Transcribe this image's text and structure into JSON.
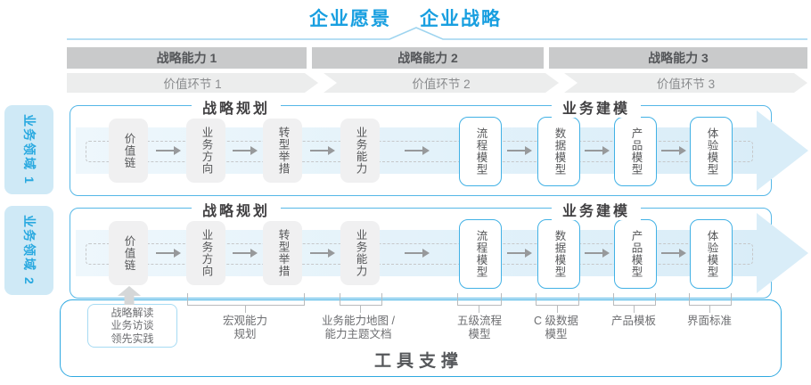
{
  "title": {
    "vision": "企业愿景",
    "strategy": "企业战略"
  },
  "capability_bar": [
    "战略能力 1",
    "战略能力 2",
    "战略能力 3"
  ],
  "value_bar": [
    "价值环节 1",
    "价值环节 2",
    "价值环节 3"
  ],
  "domains": [
    "业务领域 1",
    "业务领域 2"
  ],
  "sections": {
    "planning": "战略规划",
    "modeling": "业务建模"
  },
  "boxes": [
    {
      "label": "价值链",
      "style": "gray"
    },
    {
      "label": "业务方向",
      "style": "gray"
    },
    {
      "label": "转型举措",
      "style": "gray"
    },
    {
      "label": "业务能力",
      "style": "gray"
    },
    {
      "label": "流程模型",
      "style": "blue"
    },
    {
      "label": "数据模型",
      "style": "blue"
    },
    {
      "label": "产品模型",
      "style": "blue"
    },
    {
      "label": "体验模型",
      "style": "blue"
    }
  ],
  "annotations": {
    "sources": {
      "lines": [
        "战略解读",
        "业务访谈",
        "领先实践"
      ]
    },
    "macro": {
      "lines": [
        "宏观能力",
        "规划"
      ]
    },
    "capmap": {
      "lines": [
        "业务能力地图 /",
        "能力主题文档"
      ]
    },
    "process": {
      "lines": [
        "五级流程",
        "模型"
      ]
    },
    "data_model": {
      "lines": [
        "C 级数据",
        "模型"
      ]
    },
    "product": {
      "lines": [
        "产品模板"
      ]
    },
    "ui": {
      "lines": [
        "界面标准"
      ]
    }
  },
  "tool_support": "工具支撑",
  "colors": {
    "accent_blue": "#189fe0",
    "panel_border": "#55b7e7",
    "band_fill": "#d9edf8",
    "bar_dark": "#c9cacb",
    "bar_light": "#eceded",
    "gray_box": "#f0f0f1",
    "domain_bg": "#cfe9f6",
    "text_dark": "#55575a",
    "text_gray": "#6d6e71"
  }
}
